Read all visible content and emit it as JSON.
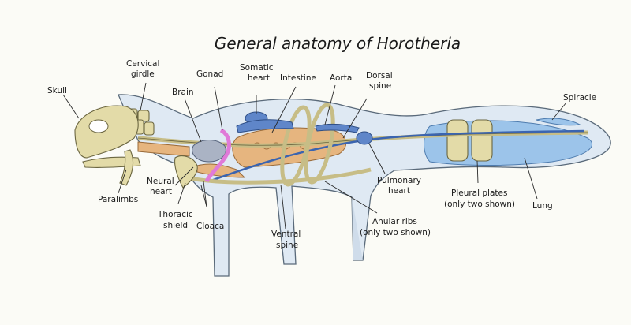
{
  "title": "General anatomy of Horotheria",
  "labels": {
    "skull": "Skull",
    "cervical_girdle": [
      "Cervical",
      "girdle"
    ],
    "brain": "Brain",
    "gonad": "Gonad",
    "somatic_heart": [
      "Somatic",
      "heart"
    ],
    "intestine": "Intestine",
    "aorta": "Aorta",
    "dorsal_spine": [
      "Dorsal",
      "spine"
    ],
    "spiracle": "Spiracle",
    "paralimbs": "Paralimbs",
    "neural_heart": [
      "Neural",
      "heart"
    ],
    "thoracic_shield": [
      "Thoracic",
      "shield"
    ],
    "cloaca": "Cloaca",
    "ventral_spine": [
      "Ventral",
      "spine"
    ],
    "pulmonary_heart": [
      "Pulmonary",
      "heart"
    ],
    "anular_ribs": [
      "Anular ribs",
      "(only two shown)"
    ],
    "pleural_plates": [
      "Pleural plates",
      "(only two shown)"
    ],
    "lung": "Lung"
  },
  "colors": {
    "body": "#dfe9f3",
    "bone": "#e3dba8",
    "organ_blue": "#5f86c9",
    "lung_blue": "#9cc4ea",
    "intestine_orange": "#e6b57f",
    "gonad_pink": "#e07ad8",
    "brain_grey": "#aab3c4"
  }
}
